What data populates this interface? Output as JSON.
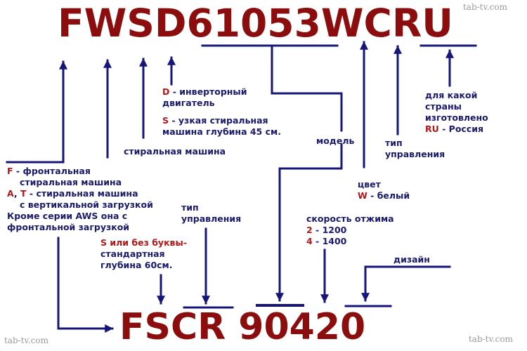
{
  "watermarks": {
    "top": "tab-tv.com",
    "bottom_left": "tab-tv.com",
    "bottom_right": "tab-tv.com"
  },
  "colors": {
    "code": "#8b0d0d",
    "arrows": "#15157a",
    "label_text": "#1a1a6e",
    "key_letters": "#b01818"
  },
  "top_code": "FWSD61053WCRU",
  "bottom_code": "FSCR 90420",
  "top_annotations": {
    "d_key": "D",
    "d_text": " - инверторный",
    "d_text2": "двигатель",
    "s_key": "S",
    "s_text": " - узкая стиральная",
    "s_text2": "машина глубина 45 см.",
    "washing_machine": "стиральная машина",
    "f_key": "F",
    "f_text": " - фронтальная",
    "f_text2": "стиральная машина",
    "at_key1": "A",
    "at_sep": ", ",
    "at_key2": "T",
    "at_text": " - стиральная машина",
    "at_text2": "с вертикальной загрузкой",
    "aws_text": "Кроме серии AWS она с",
    "aws_text2": "фронтальной загрузкой",
    "model": "модель",
    "color_label": "цвет",
    "w_key": "W",
    "w_text": " - белый",
    "control_type": "тип",
    "control_type2": "управления",
    "country_text": "для какой",
    "country_text2": "страны",
    "country_text3": "изготовлено",
    "ru_key": "RU",
    "ru_text": " - Россия"
  },
  "bottom_annotations": {
    "control_type": "тип",
    "control_type2": "управления",
    "s_none": "S или без буквы-",
    "s_none2": "стандартная",
    "s_none3": "глубина 60см.",
    "spin_speed": "скорость отжима",
    "speed1_key": "2",
    "speed1_text": " - 1200",
    "speed2_key": "4",
    "speed2_text": " - 1400",
    "design": "дизайн"
  }
}
